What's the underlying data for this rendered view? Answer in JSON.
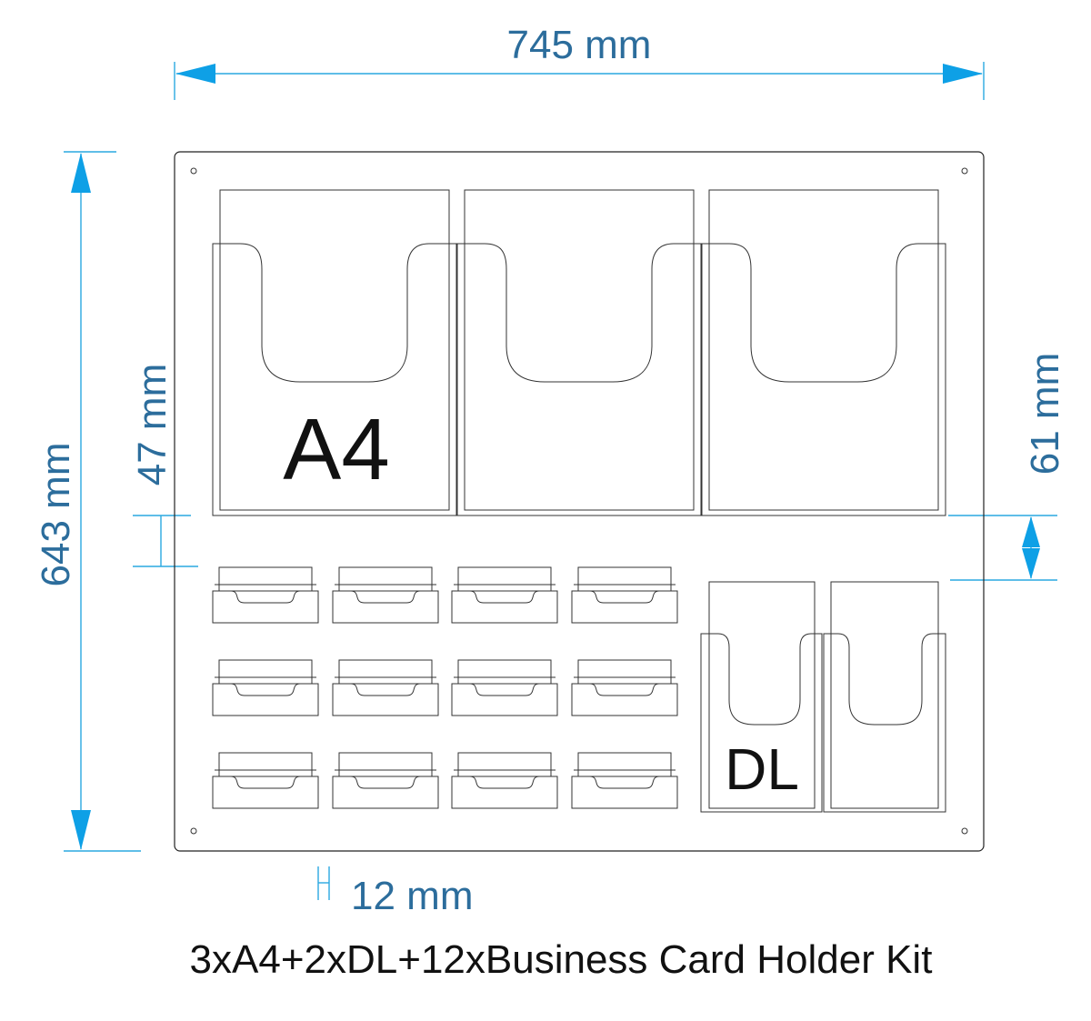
{
  "dimensions": {
    "width": "745 mm",
    "height": "643 mm",
    "a4_gap": "47 mm",
    "right_gap": "61 mm",
    "card_gap": "12 mm"
  },
  "labels": {
    "a4": "A4",
    "dl": "DL"
  },
  "caption": "3xA4+2xDL+12xBusiness Card Holder Kit",
  "colors": {
    "dimension_text": "#2c6d9c",
    "dimension_line": "#2aa9e0",
    "arrow": "#0ea0e6",
    "outline": "#222222"
  }
}
